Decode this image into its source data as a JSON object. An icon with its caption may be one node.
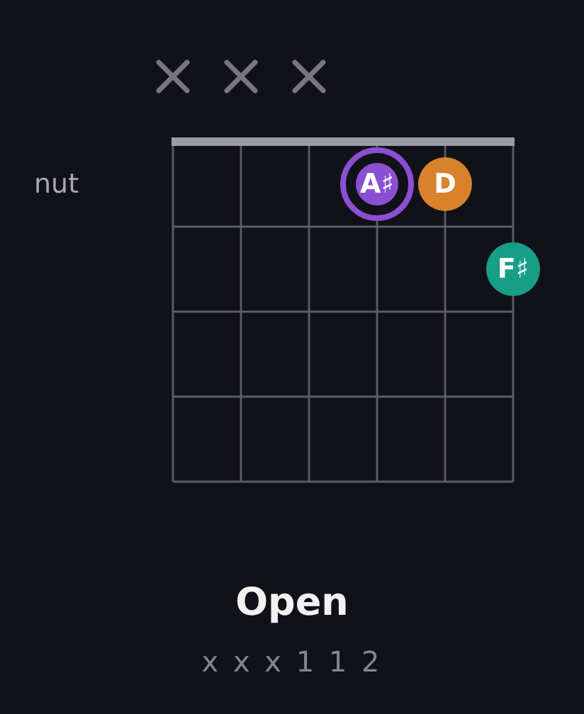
{
  "diagram": {
    "title": "Open",
    "caption": "x x x 1 1 2",
    "nodes": [
      {
        "text": [
          "A♯"
        ]
      },
      {
        "text": [
          "D"
        ]
      },
      {
        "text": [
          "F♯"
        ]
      }
    ],
    "labels": [
      "nut"
    ]
  }
}
